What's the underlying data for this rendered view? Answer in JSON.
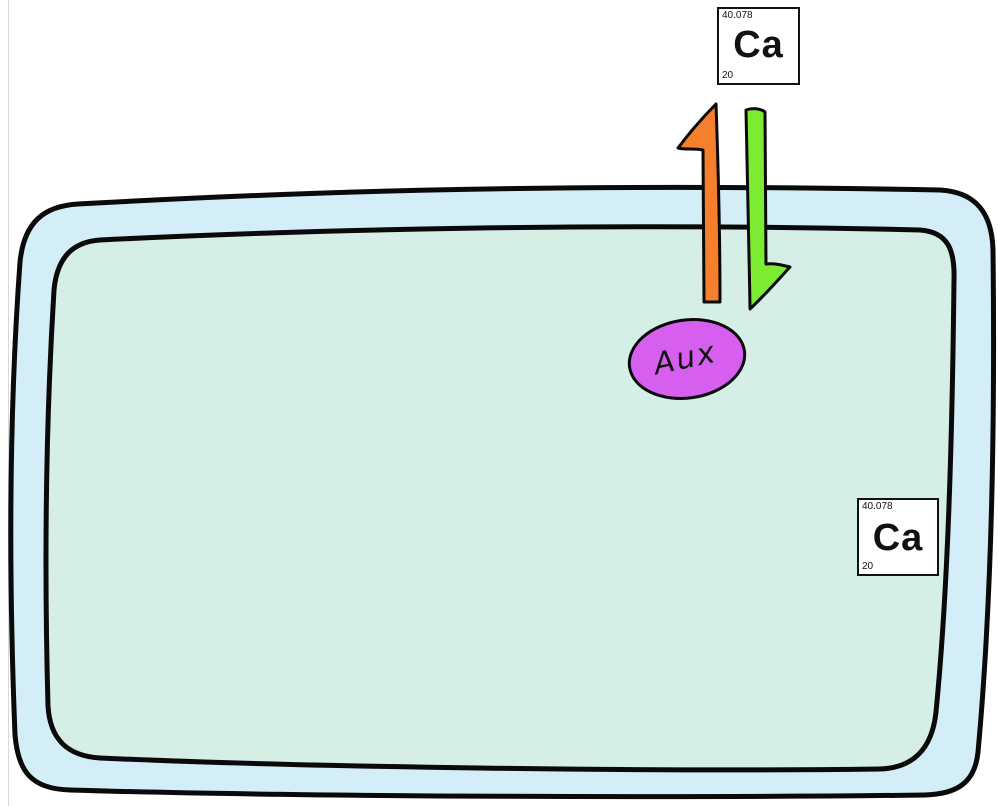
{
  "diagram": {
    "colors": {
      "cell_wall": "#d4eef8",
      "cytoplasm": "#d5efe7",
      "outline": "#0a0a0a",
      "arrow_out": "#f57f2c",
      "arrow_in": "#7bec31",
      "aux_protein": "#d75ff0"
    },
    "aux_label": "Aux",
    "outside_element": {
      "atomic_mass": "40.078",
      "symbol": "Ca",
      "atomic_number": "20"
    },
    "inside_element": {
      "atomic_mass": "40.078",
      "symbol": "Ca",
      "atomic_number": "20"
    }
  }
}
